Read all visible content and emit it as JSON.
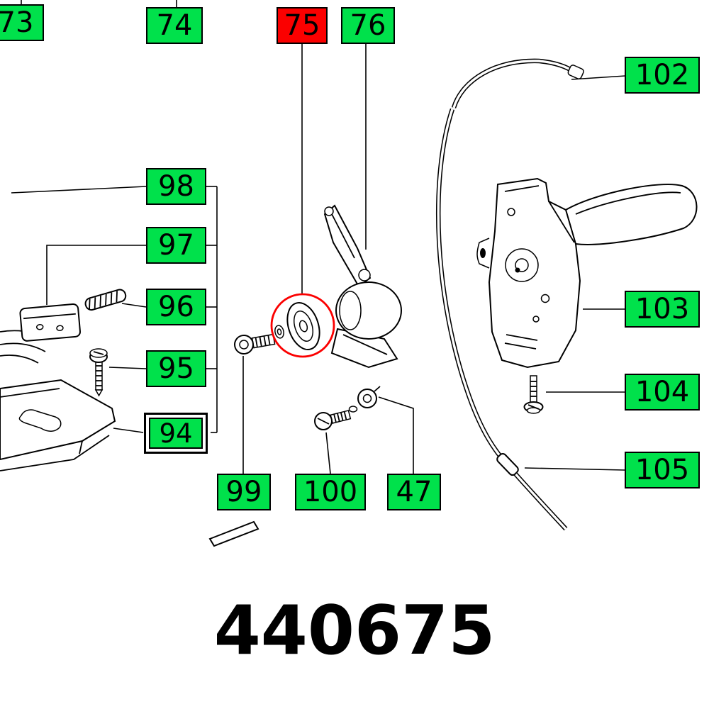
{
  "colors": {
    "green": "#00e14b",
    "red": "#fb0000",
    "ink": "#000000",
    "paper": "#ffffff"
  },
  "part_number": "440675",
  "callouts": {
    "c73": {
      "label": "73"
    },
    "c74": {
      "label": "74"
    },
    "c75": {
      "label": "75",
      "highlighted": true
    },
    "c76": {
      "label": "76"
    },
    "c94": {
      "label": "94",
      "framed": true
    },
    "c95": {
      "label": "95"
    },
    "c96": {
      "label": "96"
    },
    "c97": {
      "label": "97"
    },
    "c98": {
      "label": "98"
    },
    "c99": {
      "label": "99"
    },
    "c100": {
      "label": "100"
    },
    "c47": {
      "label": "47"
    },
    "c102": {
      "label": "102"
    },
    "c103": {
      "label": "103"
    },
    "c104": {
      "label": "104"
    },
    "c105": {
      "label": "105"
    }
  }
}
